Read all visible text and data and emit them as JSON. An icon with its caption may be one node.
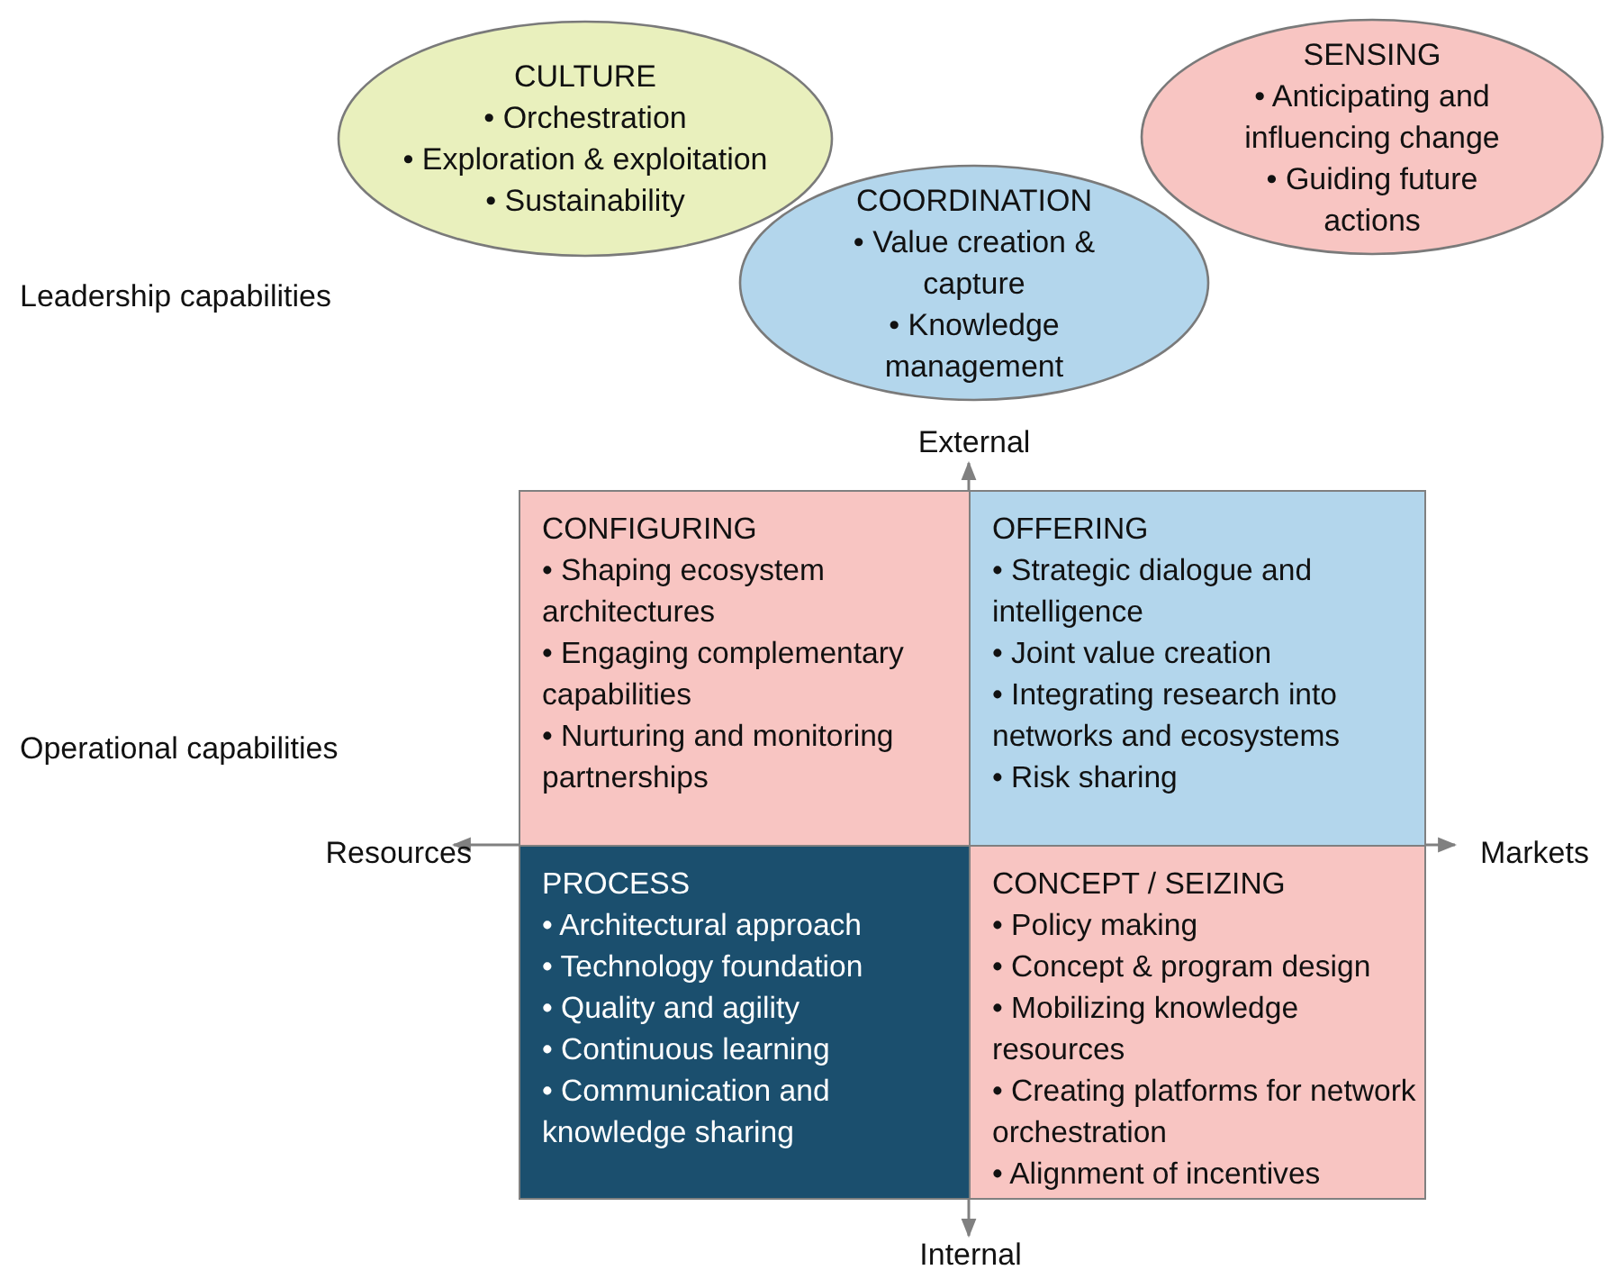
{
  "diagram": {
    "nodes": [
      {
        "text": [
          "CULTURE",
          "• Orchestration",
          "• Exploration & exploitation",
          "• Sustainability"
        ]
      },
      {
        "text": [
          "SENSING",
          "• Anticipating and influencing change",
          "• Guiding future actions"
        ]
      },
      {
        "text": [
          "COORDINATION",
          "• Value creation & capture",
          "• Knowledge management"
        ]
      },
      {
        "text": [
          "CONFIGURING",
          "• Shaping ecosystem architectures",
          "• Engaging complementary capabilities",
          "• Nurturing and monitoring partnerships"
        ]
      },
      {
        "text": [
          "OFFERING",
          "• Strategic dialogue and intelligence",
          "• Joint value creation",
          "• Integrating research into networks and ecosystems",
          "• Risk sharing"
        ]
      },
      {
        "text": [
          "PROCESS",
          "• Architectural approach",
          "• Technology foundation",
          "• Quality and agility",
          "• Continuous learning",
          "• Communication and knowledge sharing"
        ]
      },
      {
        "text": [
          "CONCEPT / SEIZING",
          "• Policy making",
          "• Concept & program design",
          "• Mobilizing knowledge resources",
          "• Creating platforms for network orchestration",
          "• Alignment of incentives"
        ]
      }
    ],
    "labels": [
      "Leadership capabilities",
      "External",
      "Operational capabilities",
      "Resources",
      "Markets",
      "Internal"
    ]
  }
}
